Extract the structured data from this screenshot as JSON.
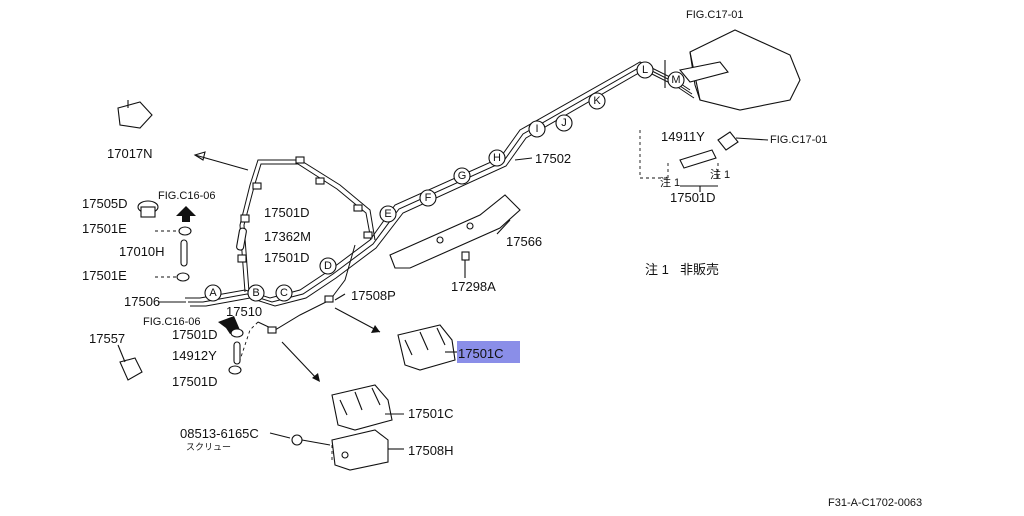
{
  "diagram": {
    "figure_id": "F31-A-C1702-0063",
    "note": {
      "mark": "注 1",
      "text": "非販売"
    },
    "highlighted_part": "17501C",
    "fig_refs": [
      "FIG.C17-01",
      "FIG.C17-01",
      "FIG.C16-06",
      "FIG.C16-06"
    ],
    "screw_sublabel": "スクリュー",
    "note_markers": [
      "注 1",
      "注 1"
    ],
    "circle_markers": [
      "A",
      "B",
      "C",
      "D",
      "E",
      "F",
      "G",
      "H",
      "I",
      "J",
      "K",
      "L",
      "M"
    ],
    "parts": [
      "17017N",
      "17505D",
      "17501E",
      "17010H",
      "17501E",
      "17506",
      "17510",
      "17501D",
      "14912Y",
      "17501D",
      "17557",
      "17501D",
      "17362M",
      "17501D",
      "17508P",
      "17502",
      "17566",
      "17298A",
      "14911Y",
      "17501D",
      "17501C",
      "17501C",
      "17508H",
      "08513-6165C"
    ]
  }
}
